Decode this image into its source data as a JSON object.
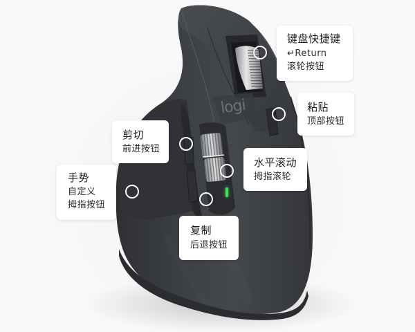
{
  "product": {
    "brand_logo": "logi",
    "colors": {
      "body": "#3a3d42",
      "body_dark": "#2a2c30",
      "wheel": "#c8cacd",
      "led": "#3ee05a",
      "callout_bg": "#ffffff",
      "background": "#f7f7f7"
    }
  },
  "callouts": [
    {
      "id": "scroll-wheel",
      "line1": "键盘快捷键",
      "line2_icon": "return-arrow-icon",
      "line2": "Return",
      "line3": "滚轮按钮"
    },
    {
      "id": "top-button",
      "line1": "粘贴",
      "line2": "顶部按钮"
    },
    {
      "id": "forward-button",
      "line1": "剪切",
      "line2": "前进按钮"
    },
    {
      "id": "gesture-button",
      "line1": "手势",
      "line2": "自定义",
      "line3": "拇指按钮"
    },
    {
      "id": "thumb-wheel",
      "line1": "水平滚动",
      "line2": "拇指滚轮"
    },
    {
      "id": "back-button",
      "line1": "复制",
      "line2": "后退按钮"
    }
  ],
  "icons": {
    "return_arrow": "↵"
  }
}
